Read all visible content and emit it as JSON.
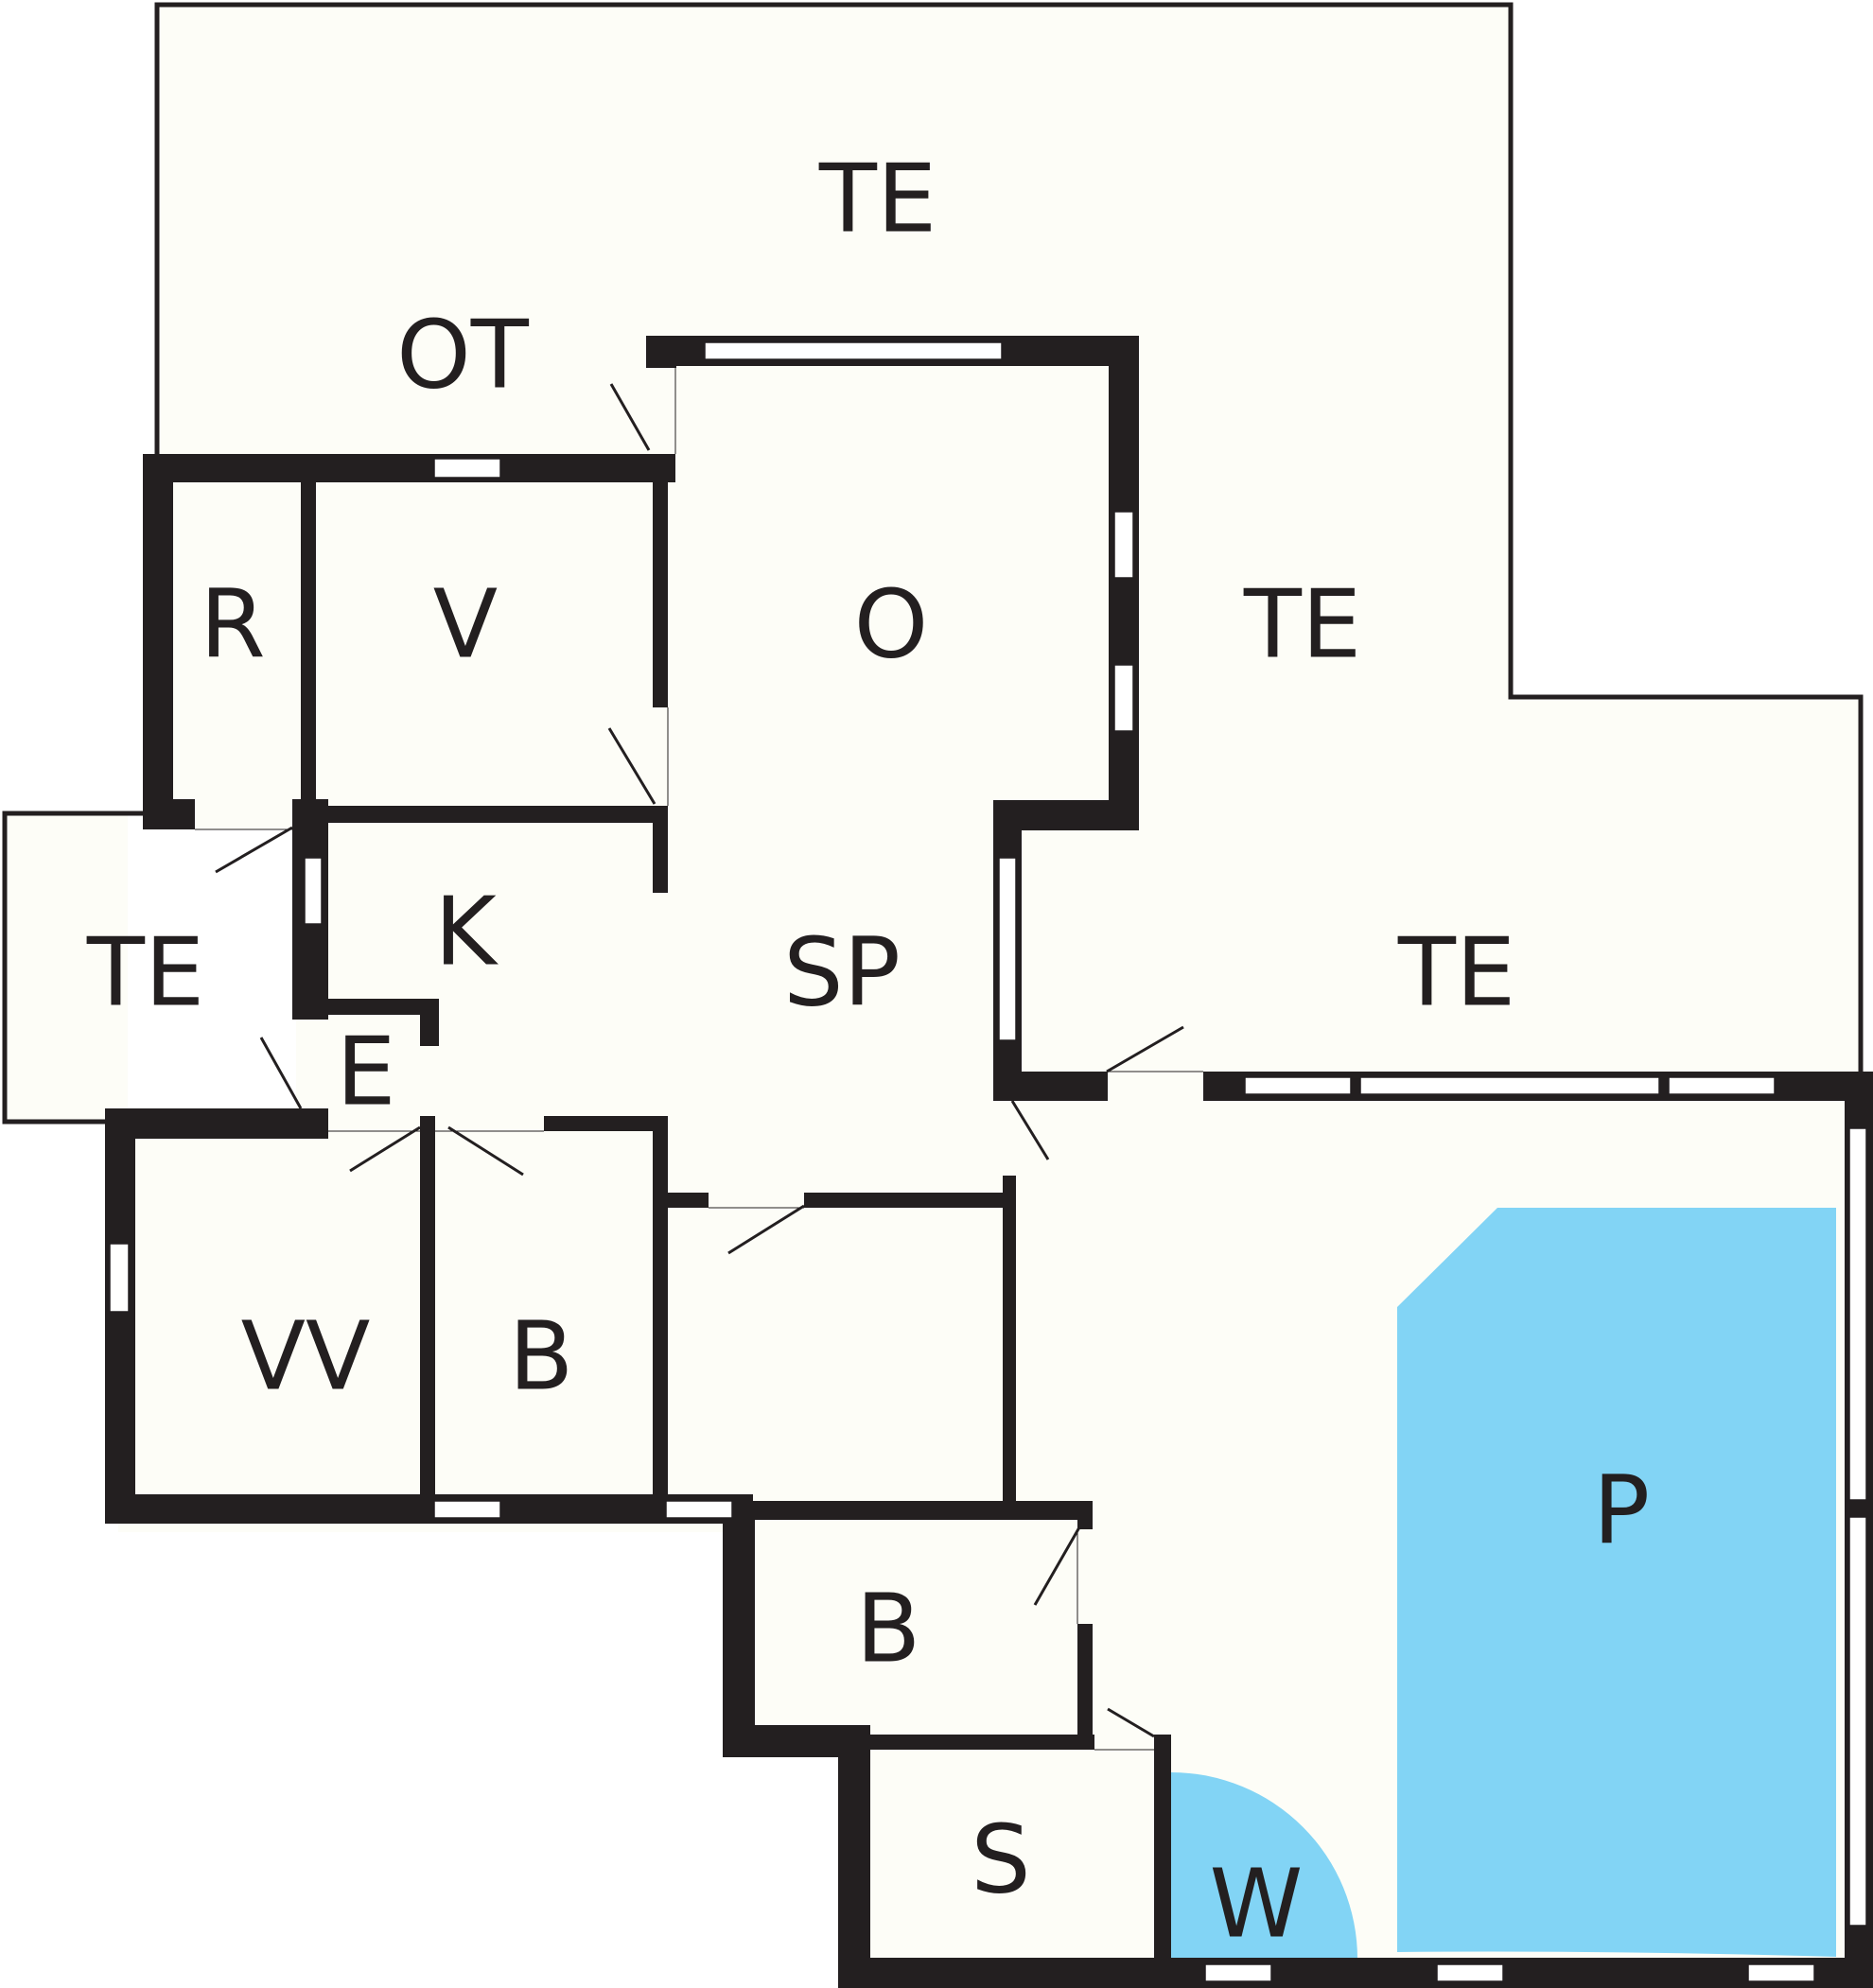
{
  "floorplan": {
    "colors": {
      "floor": "#fdfdf7",
      "wall": "#231f20",
      "pool": "#82d4f5"
    },
    "rooms": {
      "te_north": "TE",
      "ot": "OT",
      "r": "R",
      "v": "V",
      "o": "O",
      "te_east": "TE",
      "te_west": "TE",
      "k": "K",
      "sp": "SP",
      "te_south": "TE",
      "e": "E",
      "vv": "VV",
      "b_west": "B",
      "b_south": "B",
      "p": "P",
      "s": "S",
      "w": "W"
    }
  }
}
